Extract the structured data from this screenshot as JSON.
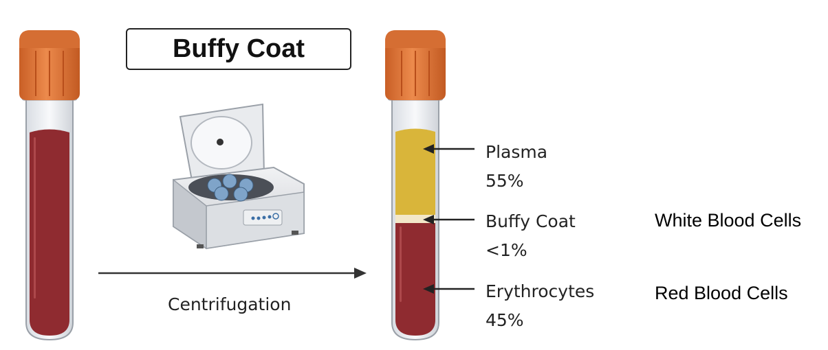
{
  "title": "Buffy Coat",
  "process_label": "Centrifugation",
  "layers": [
    {
      "name": "Plasma",
      "percent": "55%",
      "color": "#d9b53a"
    },
    {
      "name": "Buffy Coat",
      "percent": "<1%",
      "color": "#f3e7c8"
    },
    {
      "name": "Erythrocytes",
      "percent": "45%",
      "color": "#8f2b30"
    }
  ],
  "side_labels": {
    "buffy_coat": "White Blood Cells",
    "erythrocytes": "Red Blood Cells"
  },
  "colors": {
    "cap": "#e07a3c",
    "whole_blood": "#8f2b30",
    "arrow": "#333333"
  },
  "icons": [
    "test-tube-icon",
    "centrifuge-icon",
    "arrow-right-icon"
  ]
}
